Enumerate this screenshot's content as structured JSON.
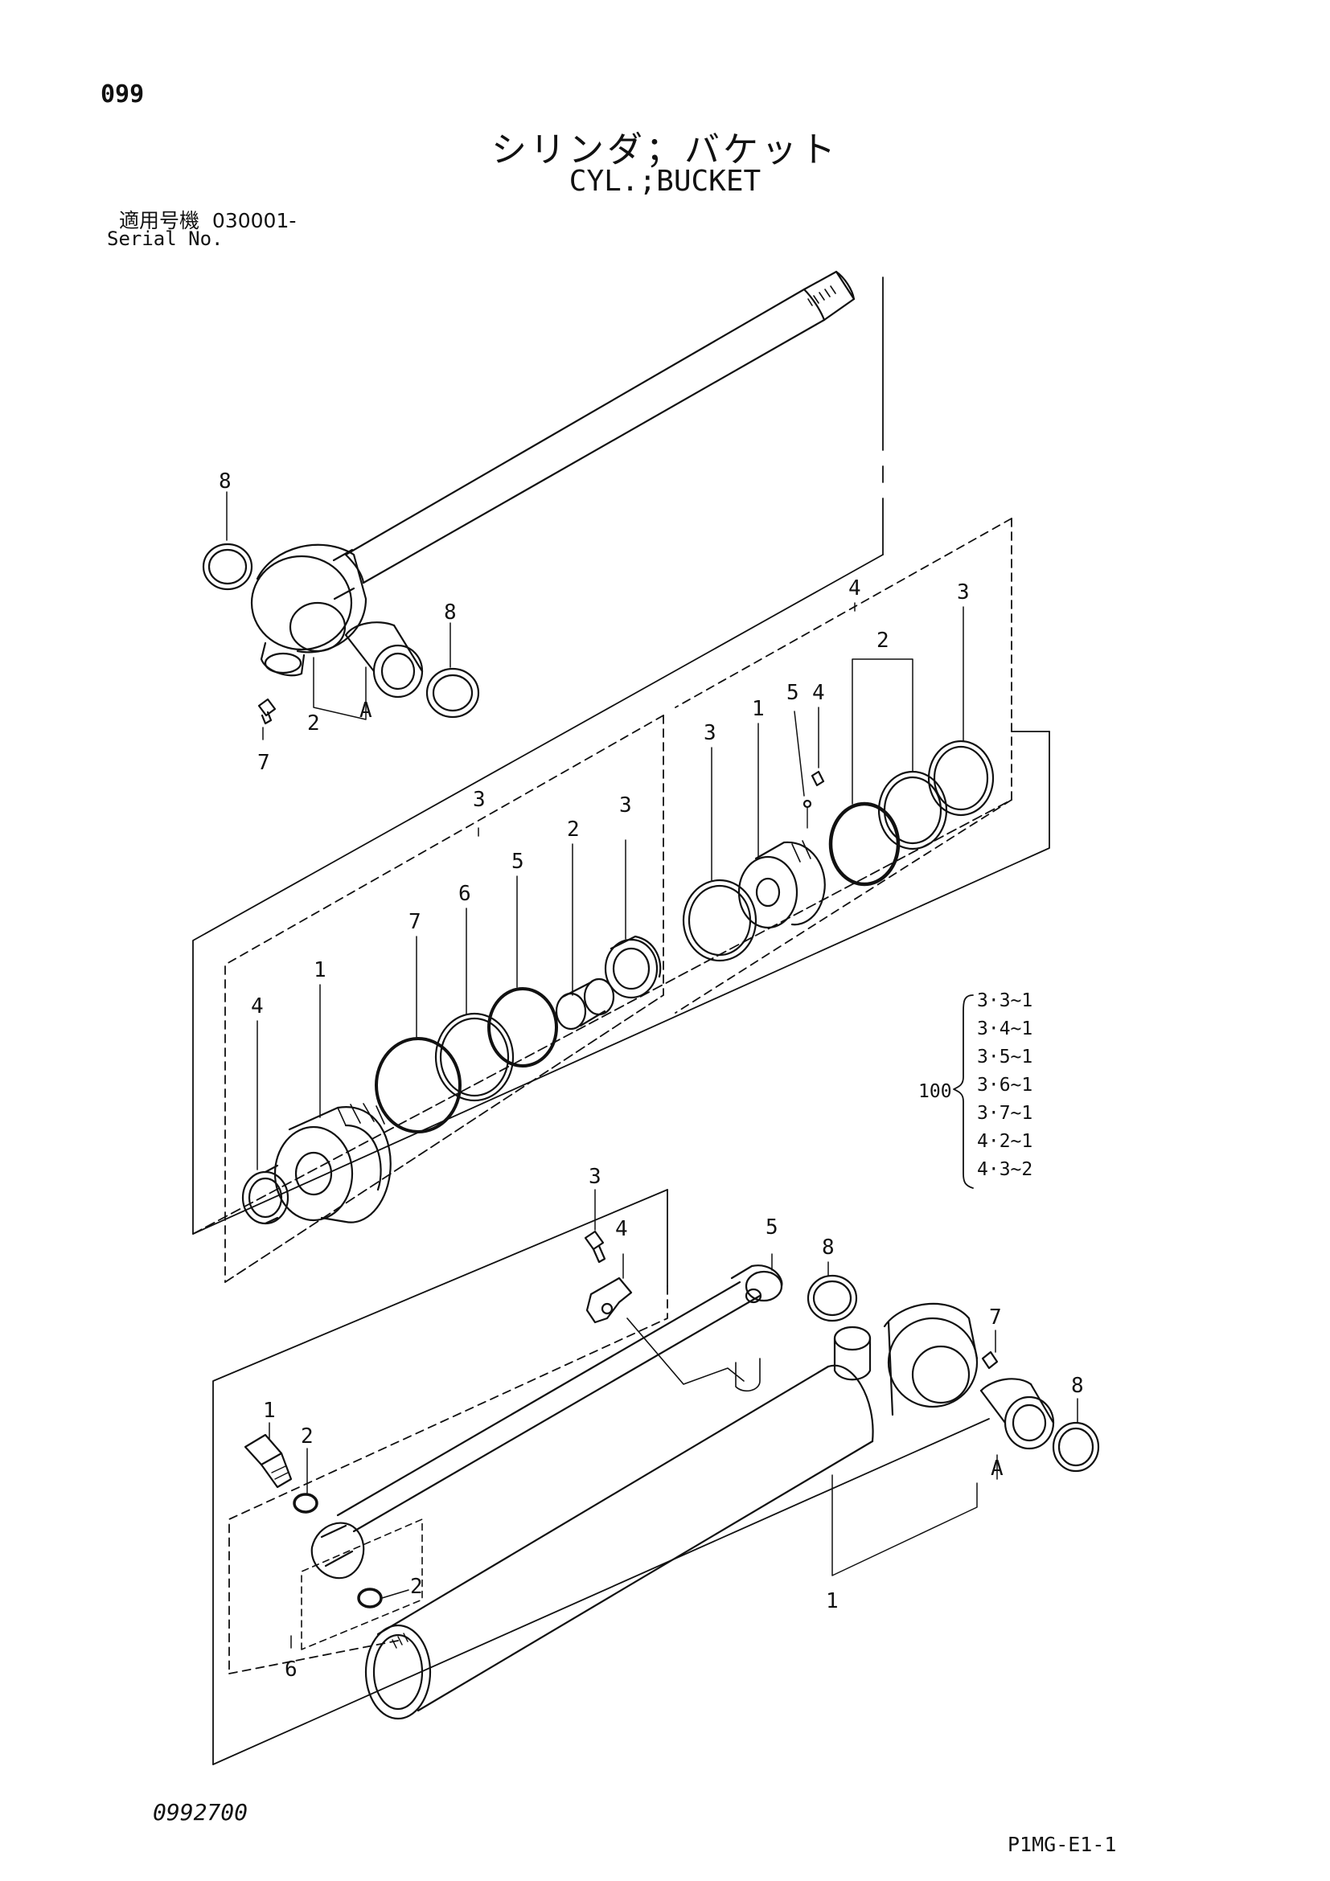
{
  "header": {
    "page_number": "099",
    "title_jp": "シリンダ；バケット",
    "title_en": "CYL.;BUCKET",
    "serial_label_jp": "適用号機",
    "serial_value": "030001-",
    "serial_label_en": "Serial No."
  },
  "footer": {
    "drawing_number": "0992700",
    "sheet_code": "P1MG-E1-1"
  },
  "callouts": {
    "rod_top": {
      "c8a": "8",
      "c8b": "8",
      "c2": "2",
      "cA": "A",
      "c7": "7"
    },
    "group3": {
      "c3": "3",
      "c7": "7",
      "c6": "6",
      "c5": "5",
      "c2": "2",
      "c3b": "3",
      "c1": "1",
      "c4": "4"
    },
    "group4": {
      "c4": "4",
      "c3": "3",
      "c2": "2",
      "c3b": "3",
      "c1": "1",
      "c5": "5",
      "c4b": "4"
    },
    "tube": {
      "c3": "3",
      "c4": "4",
      "c5": "5",
      "c8a": "8",
      "c7": "7",
      "c8b": "8",
      "cA": "A",
      "c1": "1",
      "c2a": "2",
      "c2b": "2",
      "c1b": "1",
      "c6": "6"
    }
  },
  "kit": {
    "label": "100",
    "items": [
      "3·3~1",
      "3·4~1",
      "3·5~1",
      "3·6~1",
      "3·7~1",
      "4·2~1",
      "4·3~2"
    ]
  }
}
